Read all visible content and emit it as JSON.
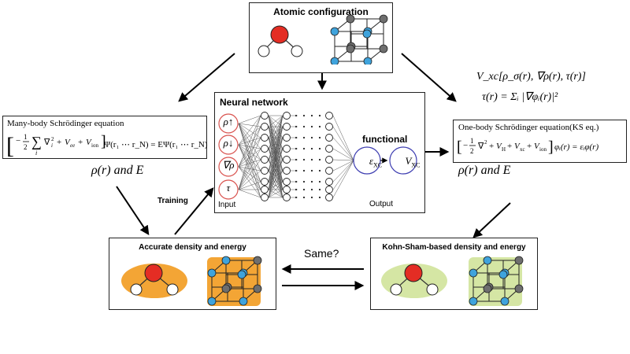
{
  "atomic_config": {
    "title": "Atomic configuration"
  },
  "neural_network": {
    "title": "Neural network",
    "inputs": [
      "ρ↑",
      "ρ↓",
      "∇ρ",
      "τ"
    ],
    "functional_label": "functional",
    "eps_label": "ε",
    "eps_sub": "XC",
    "v_label": "V",
    "v_sub": "XC",
    "input_caption": "Input",
    "output_caption": "Output"
  },
  "many_body": {
    "title": "Many-body Schrödinger equation",
    "rhs": "Ψ(r₁ ⋯ r_N) = EΨ(r₁ ⋯ r_N)",
    "result": "ρ(r) and E"
  },
  "one_body": {
    "title": "One-body Schrödinger equation(KS eq.)",
    "rhs": "φᵢ(r) = εᵢφ(r)",
    "result": "ρ(r) and E"
  },
  "vxc_formula": "V_xc[ρ_σ(r), ∇ρ(r), τ(r)]",
  "tau_formula": "τ(r) = Σᵢ |∇φᵢ(r)|²",
  "training_label": "Training",
  "accurate": {
    "title": "Accurate density and energy",
    "color": "#f3a535"
  },
  "kohn_sham": {
    "title": "Kohn-Sham-based density and energy",
    "color": "#d5e6a4"
  },
  "same_label": "Same?",
  "colors": {
    "red_atom": "#e42d24",
    "blue_atom": "#3fa3dc",
    "gray_atom": "#6e6e6e",
    "input_ring": "#d9534f",
    "output_ring": "#3b3bb0"
  }
}
